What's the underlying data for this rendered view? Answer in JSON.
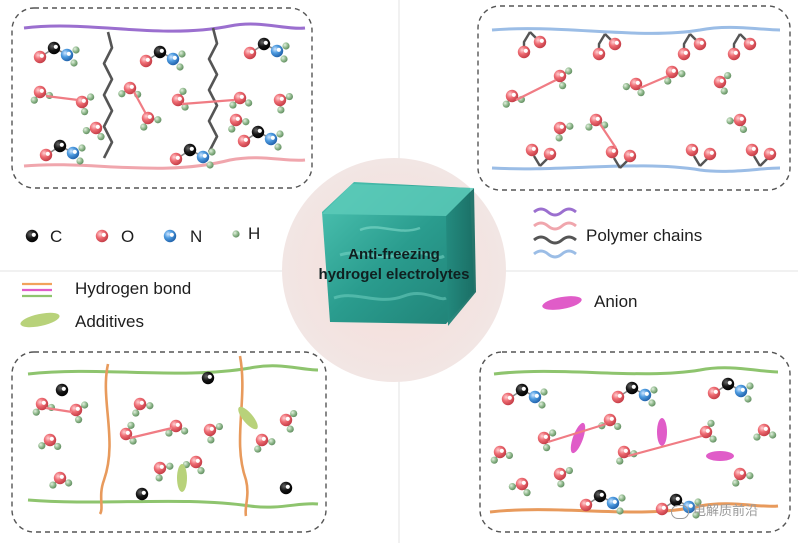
{
  "title": "Anti-freezing hydrogel electrolytes",
  "title_line1": "Anti-freezing",
  "title_line2": "hydrogel electrolytes",
  "legend": {
    "atoms": {
      "carbon": "C",
      "oxygen": "O",
      "nitrogen": "N",
      "hydrogen": "H"
    },
    "polymer_chains": "Polymer chains",
    "hydrogen_bond": "Hydrogen bond",
    "additives": "Additives",
    "anion": "Anion"
  },
  "watermark": "电解质前沿",
  "colors": {
    "carbon": "#111111",
    "oxygen": "#e9585f",
    "nitrogen": "#3f8fd8",
    "hydrogen": "#8db58d",
    "chain_purple": "#9b6fcf",
    "chain_pink": "#f0a6ad",
    "chain_blue": "#9bbde6",
    "chain_green": "#8ec46e",
    "chain_orange": "#e89a5c",
    "backbone_gray": "#555555",
    "anion": "#e05cc8",
    "additive": "#b8d27a",
    "hydrogel": "#2fa89a"
  }
}
